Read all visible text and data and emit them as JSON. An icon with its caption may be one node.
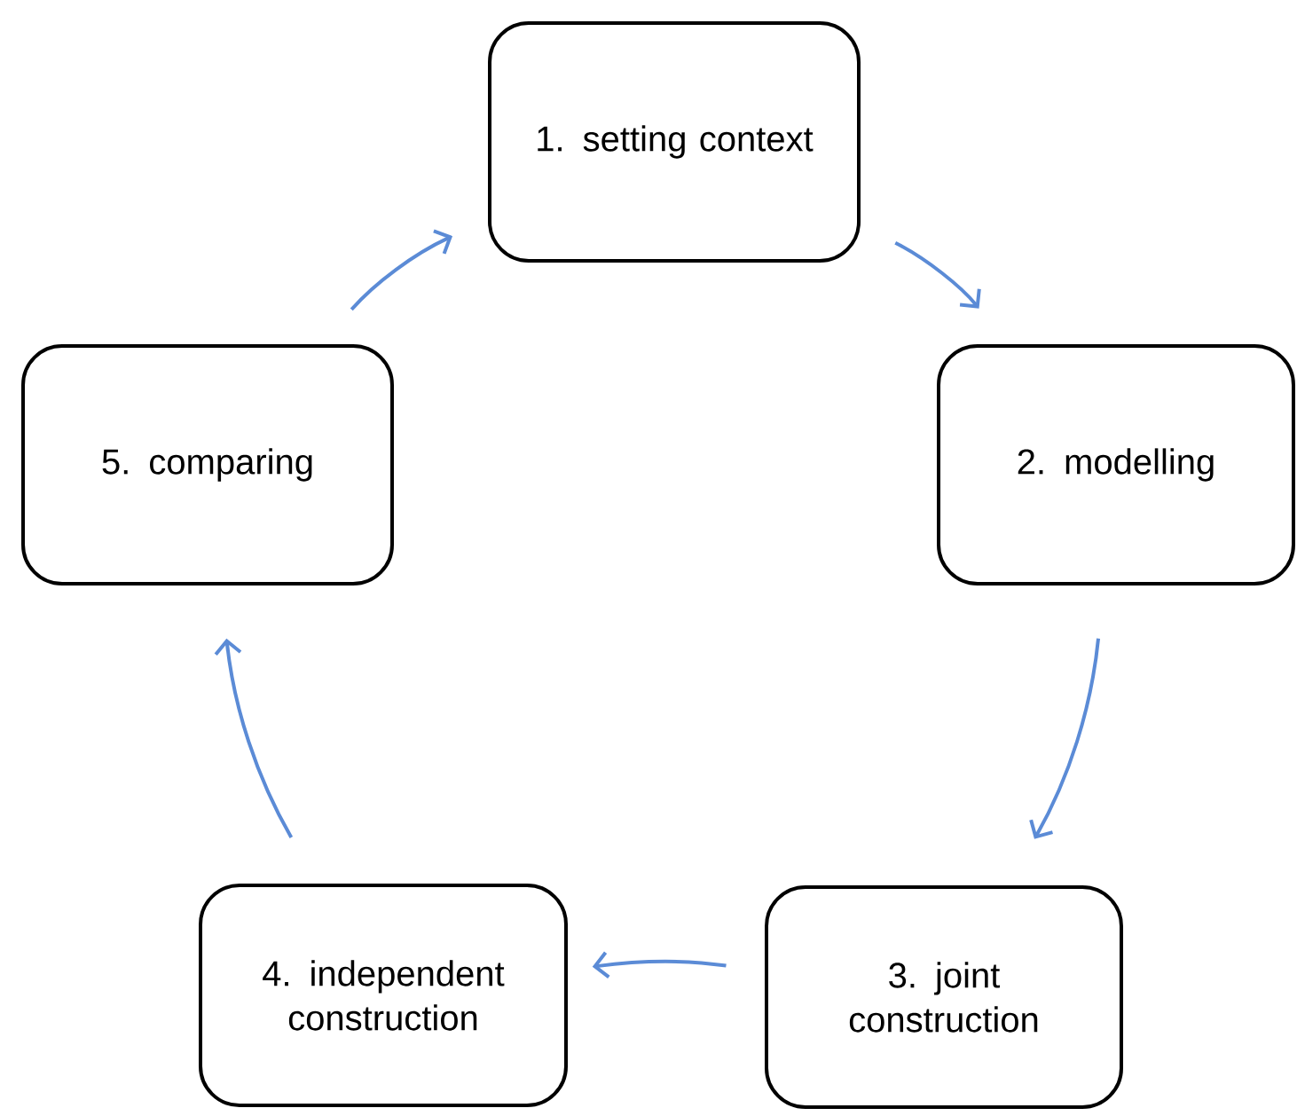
{
  "diagram": {
    "nodes": [
      {
        "text": [
          "1. setting context"
        ]
      },
      {
        "text": [
          "2. modelling"
        ]
      },
      {
        "text": [
          "3. joint construction"
        ]
      },
      {
        "text": [
          "4. independent construction"
        ]
      },
      {
        "text": [
          "5. comparing"
        ]
      }
    ],
    "edges": [
      {
        "from": 0,
        "to": 1,
        "arrow": "to"
      },
      {
        "from": 1,
        "to": 2,
        "arrow": "to"
      },
      {
        "from": 2,
        "to": 3,
        "arrow": "to"
      },
      {
        "from": 3,
        "to": 4,
        "arrow": "to"
      },
      {
        "from": 4,
        "to": 0,
        "arrow": "to"
      }
    ]
  }
}
